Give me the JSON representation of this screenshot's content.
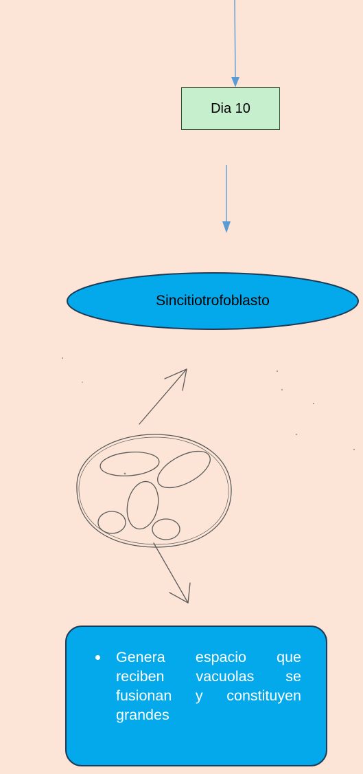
{
  "colors": {
    "background": "#FCE4D6",
    "day_box_fill": "#C6EFCE",
    "oval_fill": "#04A9EC",
    "info_box_fill": "#04A9EC",
    "arrow_color": "#5B9BD5",
    "sketch_color": "#5A5A5A"
  },
  "day_box": {
    "label": "Dia 10"
  },
  "oval": {
    "label": "Sincitiotrofoblasto"
  },
  "info_box": {
    "text": "Genera espacio que reciben vacuolas se fusionan y constituyen grandes"
  }
}
